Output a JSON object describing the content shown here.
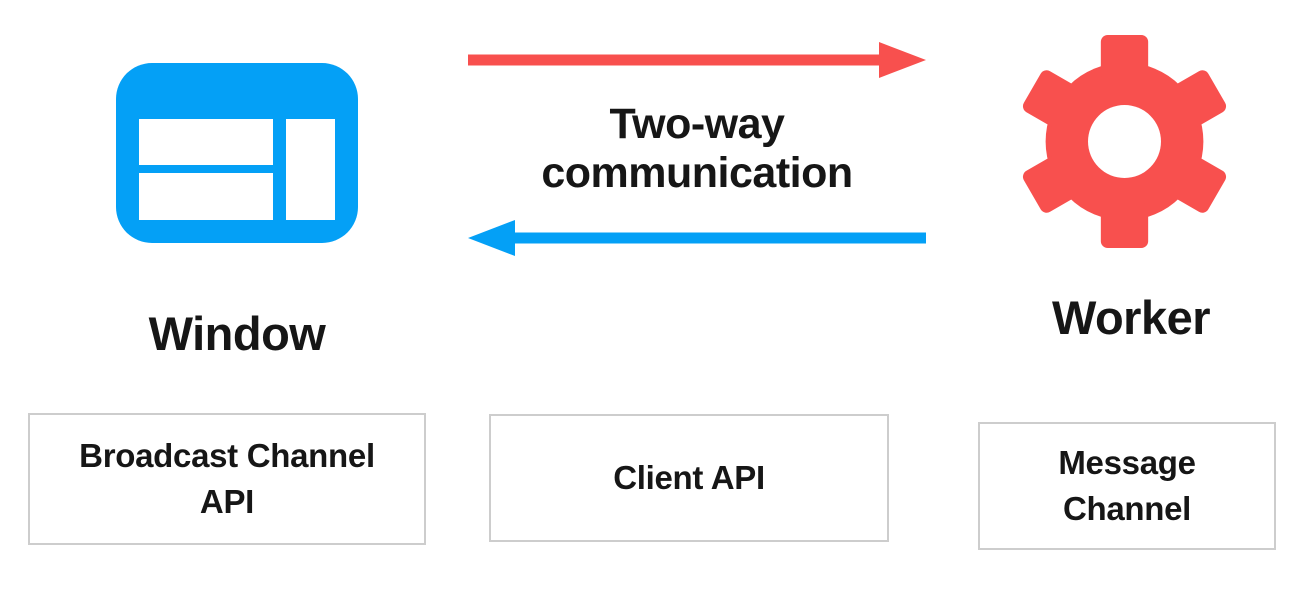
{
  "nodes": {
    "window": {
      "label": "Window",
      "icon": "browser-window-icon",
      "color": "#04a0f6"
    },
    "worker": {
      "label": "Worker",
      "icon": "gear-icon",
      "color": "#f8504e"
    }
  },
  "connection": {
    "label_lines": [
      "Two-way",
      "communication"
    ],
    "window_to_worker_color": "#f8504e",
    "worker_to_window_color": "#04a0f6"
  },
  "channels": [
    {
      "lines": [
        "Broadcast Channel",
        "API"
      ]
    },
    {
      "lines": [
        "Client API"
      ]
    },
    {
      "lines": [
        "Message",
        "Channel"
      ]
    }
  ],
  "colors": {
    "text": "#161616",
    "box_border": "#cdcdcd",
    "background": "#ffffff"
  }
}
